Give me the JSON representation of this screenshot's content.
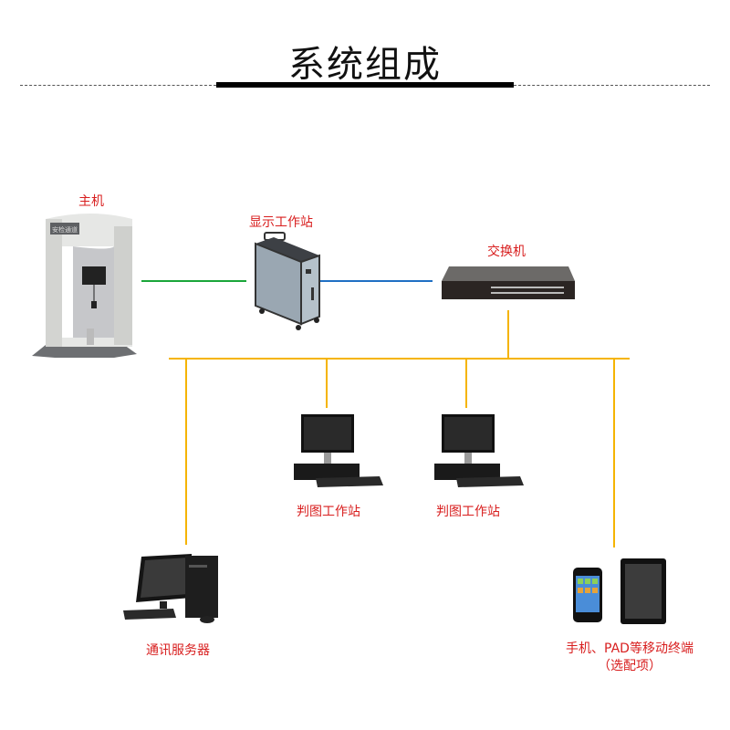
{
  "header": {
    "title": "系统组成"
  },
  "nodes": {
    "host": {
      "label": "主机",
      "icon": "security-gate-icon",
      "panel_text": "安检通道"
    },
    "display_workstation": {
      "label": "显示工作站",
      "icon": "cabinet-workstation-icon"
    },
    "switch": {
      "label": "交换机",
      "icon": "network-switch-icon"
    },
    "judge_workstation_1": {
      "label": "判图工作站",
      "icon": "desktop-computer-icon"
    },
    "judge_workstation_2": {
      "label": "判图工作站",
      "icon": "desktop-computer-icon"
    },
    "comm_server": {
      "label": "通讯服务器",
      "icon": "tower-pc-icon"
    },
    "mobile_terminal": {
      "label": "手机、PAD等移动终端",
      "label_sub": "（选配项）",
      "icon": "phone-tablet-icon"
    }
  },
  "colors": {
    "label": "#d81e1e",
    "link_host": "#1aa63a",
    "link_switch": "#1f6fc4",
    "bus": "#f5b400"
  }
}
